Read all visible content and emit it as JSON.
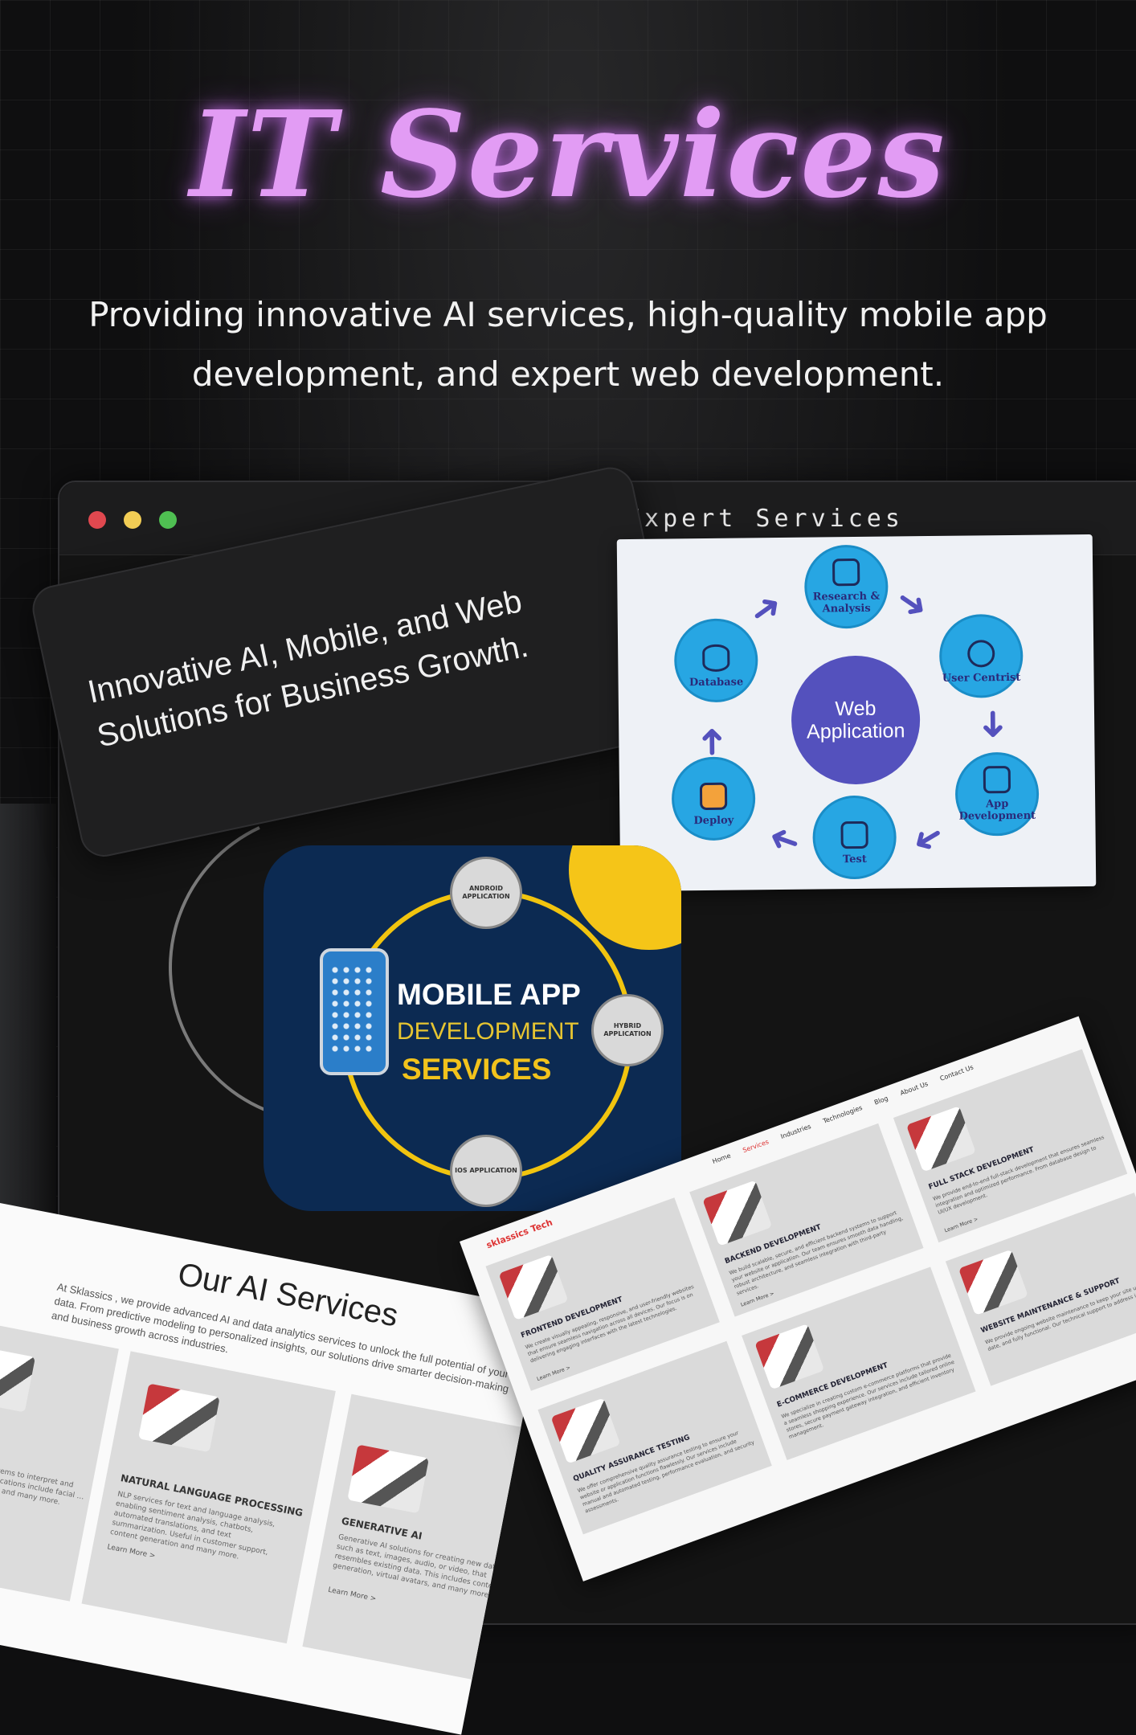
{
  "hero": {
    "title": "IT Services",
    "subtitle": "Providing innovative AI services, high-quality mobile app development, and expert web development."
  },
  "window": {
    "title": "Expert Services"
  },
  "tilted_card": {
    "text": "Innovative AI, Mobile, and Web Solutions for Business Growth."
  },
  "web_app_diagram": {
    "center": "Web Application",
    "nodes": [
      "Research & Analysis",
      "User Centrist",
      "App Development",
      "Test",
      "Deploy",
      "Database"
    ]
  },
  "mobile_card": {
    "line1": "MOBILE APP",
    "line2": "DEVELOPMENT",
    "line3": "SERVICES",
    "badges": [
      "ANDROID APPLICATION",
      "HYBRID APPLICATION",
      "IOS APPLICATION"
    ]
  },
  "ai_services": {
    "title": "Our AI Services",
    "description": "At Sklassics , we provide advanced AI and data analytics services to unlock the full potential of your data. From predictive modeling to personalized insights, our solutions drive smarter decision-making and business growth across industries.",
    "cards": [
      {
        "title": "",
        "desc": "…sis that allows systems to interpret and make …al data. Applications include facial …tion, medical imaging and many more."
      },
      {
        "title": "NATURAL LANGUAGE PROCESSING",
        "desc": "NLP services for text and language analysis, enabling sentiment analysis, chatbots, automated translations, and text summarization. Useful in customer support, content generation and many more.",
        "more": "Learn More >"
      },
      {
        "title": "GENERATIVE AI",
        "desc": "Generative AI solutions for creating new data, such as text, images, audio, or video, that resembles existing data. This includes content generation, virtual avatars, and many more.",
        "more": "Learn More >"
      }
    ]
  },
  "web_services": {
    "brand": "sklassics Tech",
    "nav": [
      "Home",
      "Services",
      "Industries",
      "Technologies",
      "Blog",
      "About Us",
      "Contact Us"
    ],
    "cards": [
      {
        "title": "FRONTEND DEVELOPMENT",
        "desc": "We create visually appealing, responsive, and user-friendly websites that ensure seamless navigation across all devices. Our focus is on delivering engaging interfaces with the latest technologies.",
        "more": "Learn More >"
      },
      {
        "title": "BACKEND DEVELOPMENT",
        "desc": "We build scalable, secure, and efficient backend systems to support your website or application. Our team ensures smooth data handling, robust architecture, and seamless integration with third-party services.",
        "more": "Learn More >"
      },
      {
        "title": "FULL STACK DEVELOPMENT",
        "desc": "We provide end-to-end full-stack development that ensures seamless integration and optimized performance. From database design to UI/UX development.",
        "more": "Learn More >"
      },
      {
        "title": "QUALITY ASSURANCE TESTING",
        "desc": "We offer comprehensive quality assurance testing to ensure your website or application functions flawlessly. Our services include manual and automated testing, performance evaluation, and security assessments.",
        "more": ""
      },
      {
        "title": "E-COMMERCE DEVELOPMENT",
        "desc": "We specialize in creating custom e-commerce platforms that provide a seamless shopping experience. Our services include tailored online stores, secure payment gateway integration, and efficient inventory management.",
        "more": ""
      },
      {
        "title": "WEBSITE MAINTENANCE & SUPPORT",
        "desc": "We provide ongoing website maintenance to keep your site up-to-date, and fully functional. Our technical support to address issues.",
        "more": ""
      }
    ]
  },
  "colors": {
    "title_glow": "#e29cf4",
    "background": "#0f0f10",
    "diagram_node": "#27a6e3",
    "diagram_center": "#5451bd",
    "mobile_bg": "#0c2a52",
    "mobile_accent": "#f2c31c"
  }
}
